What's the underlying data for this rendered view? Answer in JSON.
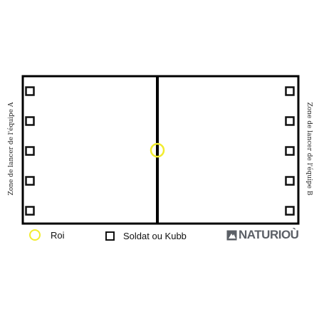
{
  "zones": {
    "team_a": "Zone de lancer de l'équipe A",
    "team_b": "Zone de lancer de l'équipe B"
  },
  "legend": {
    "king_label": "Roi",
    "soldier_label": "Soldat ou Kubb"
  },
  "logo": {
    "text": "NATURIOÙ"
  },
  "pieces": {
    "kubbs_per_team": 5,
    "king_count": 1
  },
  "colors": {
    "field_line": "#000000",
    "king": "#f2ec2e",
    "kubb": "#111111",
    "logo": "#5b5f66"
  },
  "icons": {
    "king": "yellow-ring-icon",
    "kubb": "black-square-icon",
    "logo": "naturiou-logo-icon"
  }
}
